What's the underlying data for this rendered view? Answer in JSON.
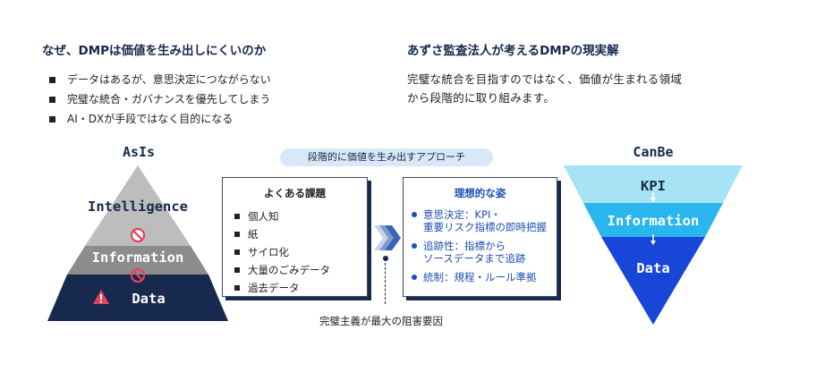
{
  "left_section": {
    "heading": "なぜ、DMPは価値を生み出しにくいのか",
    "bullets": [
      "データはあるが、意思決定につながらない",
      "完璧な統合・ガバナンスを優先してしまう",
      "AI・DXが手段ではなく目的になる"
    ]
  },
  "right_section": {
    "heading": "あずさ監査法人が考えるDMPの現実解",
    "paragraph_lines": [
      "完璧な統合を目指すのではなく、価値が生まれる領域",
      "から段階的に取り組みます。"
    ]
  },
  "approach_label": "段階的に価値を生み出すアプローチ",
  "asis": {
    "title": "AsIs",
    "layers": [
      "Intelligence",
      "Information",
      "Data"
    ],
    "colors": {
      "top": "#bdbdbd",
      "middle": "#8c8c8c",
      "bottom": "#17294d"
    }
  },
  "common_issues": {
    "title": "よくある課題",
    "items": [
      "個人知",
      "紙",
      "サイロ化",
      "大量のごみデータ",
      "過去データ"
    ]
  },
  "ideal_state": {
    "title": "理想的な姿",
    "items": [
      {
        "lines": [
          "意思決定：KPI・",
          "重要リスク指標の即時把握"
        ]
      },
      {
        "lines": [
          "追跡性：指標から",
          "ソースデータまで追跡"
        ]
      },
      {
        "lines": [
          "統制：規程・ルール準拠"
        ]
      }
    ]
  },
  "caption": "完璧主義が最大の阻害要因",
  "canbe": {
    "title": "CanBe",
    "layers": [
      "KPI",
      "Information",
      "Data"
    ],
    "colors": {
      "top": "#a6e3f5",
      "middle": "#29b6ee",
      "bottom": "#1746d8"
    }
  },
  "colors": {
    "navy": "#17294d",
    "accent_blue": "#1b4fb5",
    "pill_bg": "#d9e8f7",
    "prohibit_red": "#e2445c"
  }
}
